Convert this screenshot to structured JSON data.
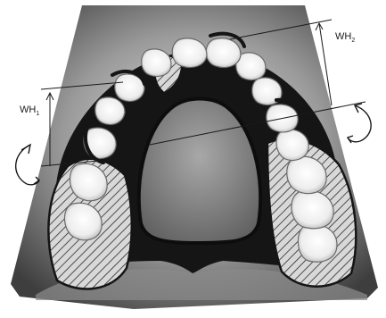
{
  "labels": {
    "wh1": {
      "main": "WH",
      "sub": "1"
    },
    "wh2": {
      "main": "WH",
      "sub": "2"
    }
  },
  "colors": {
    "background": "#ffffff",
    "palate_field_dark": "#4a4a4a",
    "palate_field_light": "#d2d2d2",
    "framework": "#151515",
    "tooth_fill": "#f4f4f4",
    "tooth_shade": "#bdbdbd",
    "hatch": "#2b2b2b",
    "annotation_line": "#1a1a1a"
  },
  "icons": {
    "rotation_left": "curved-rotation-arrow-icon",
    "rotation_right": "curved-rotation-arrow-icon"
  }
}
